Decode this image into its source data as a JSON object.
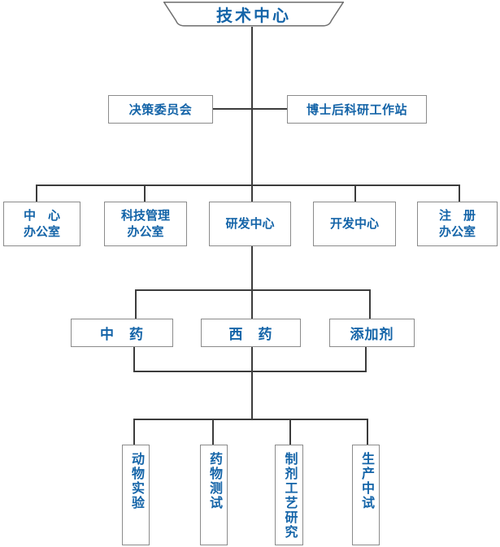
{
  "diagram": {
    "title": "技术中心",
    "colors": {
      "text_blue": "#1464a8",
      "box_border_gray": "#8b8b8b",
      "connector_dark": "#3c3c3c",
      "background": "#ffffff"
    },
    "level2": [
      {
        "label": "决策委员会"
      },
      {
        "label": "博士后科研工作站"
      }
    ],
    "level3": [
      {
        "lines": [
          "中　心",
          "办公室"
        ]
      },
      {
        "lines": [
          "科技管理",
          "办公室"
        ]
      },
      {
        "lines": [
          "研发中心"
        ]
      },
      {
        "lines": [
          "开发中心"
        ]
      },
      {
        "lines": [
          "注　册",
          "办公室"
        ]
      }
    ],
    "level4": [
      {
        "label": "中　药"
      },
      {
        "label": "西　药"
      },
      {
        "label": "添加剂"
      }
    ],
    "level5": [
      {
        "label": "动物实验"
      },
      {
        "label": "药物测试"
      },
      {
        "label": "制剂工艺研究"
      },
      {
        "label": "生产中试"
      }
    ]
  }
}
